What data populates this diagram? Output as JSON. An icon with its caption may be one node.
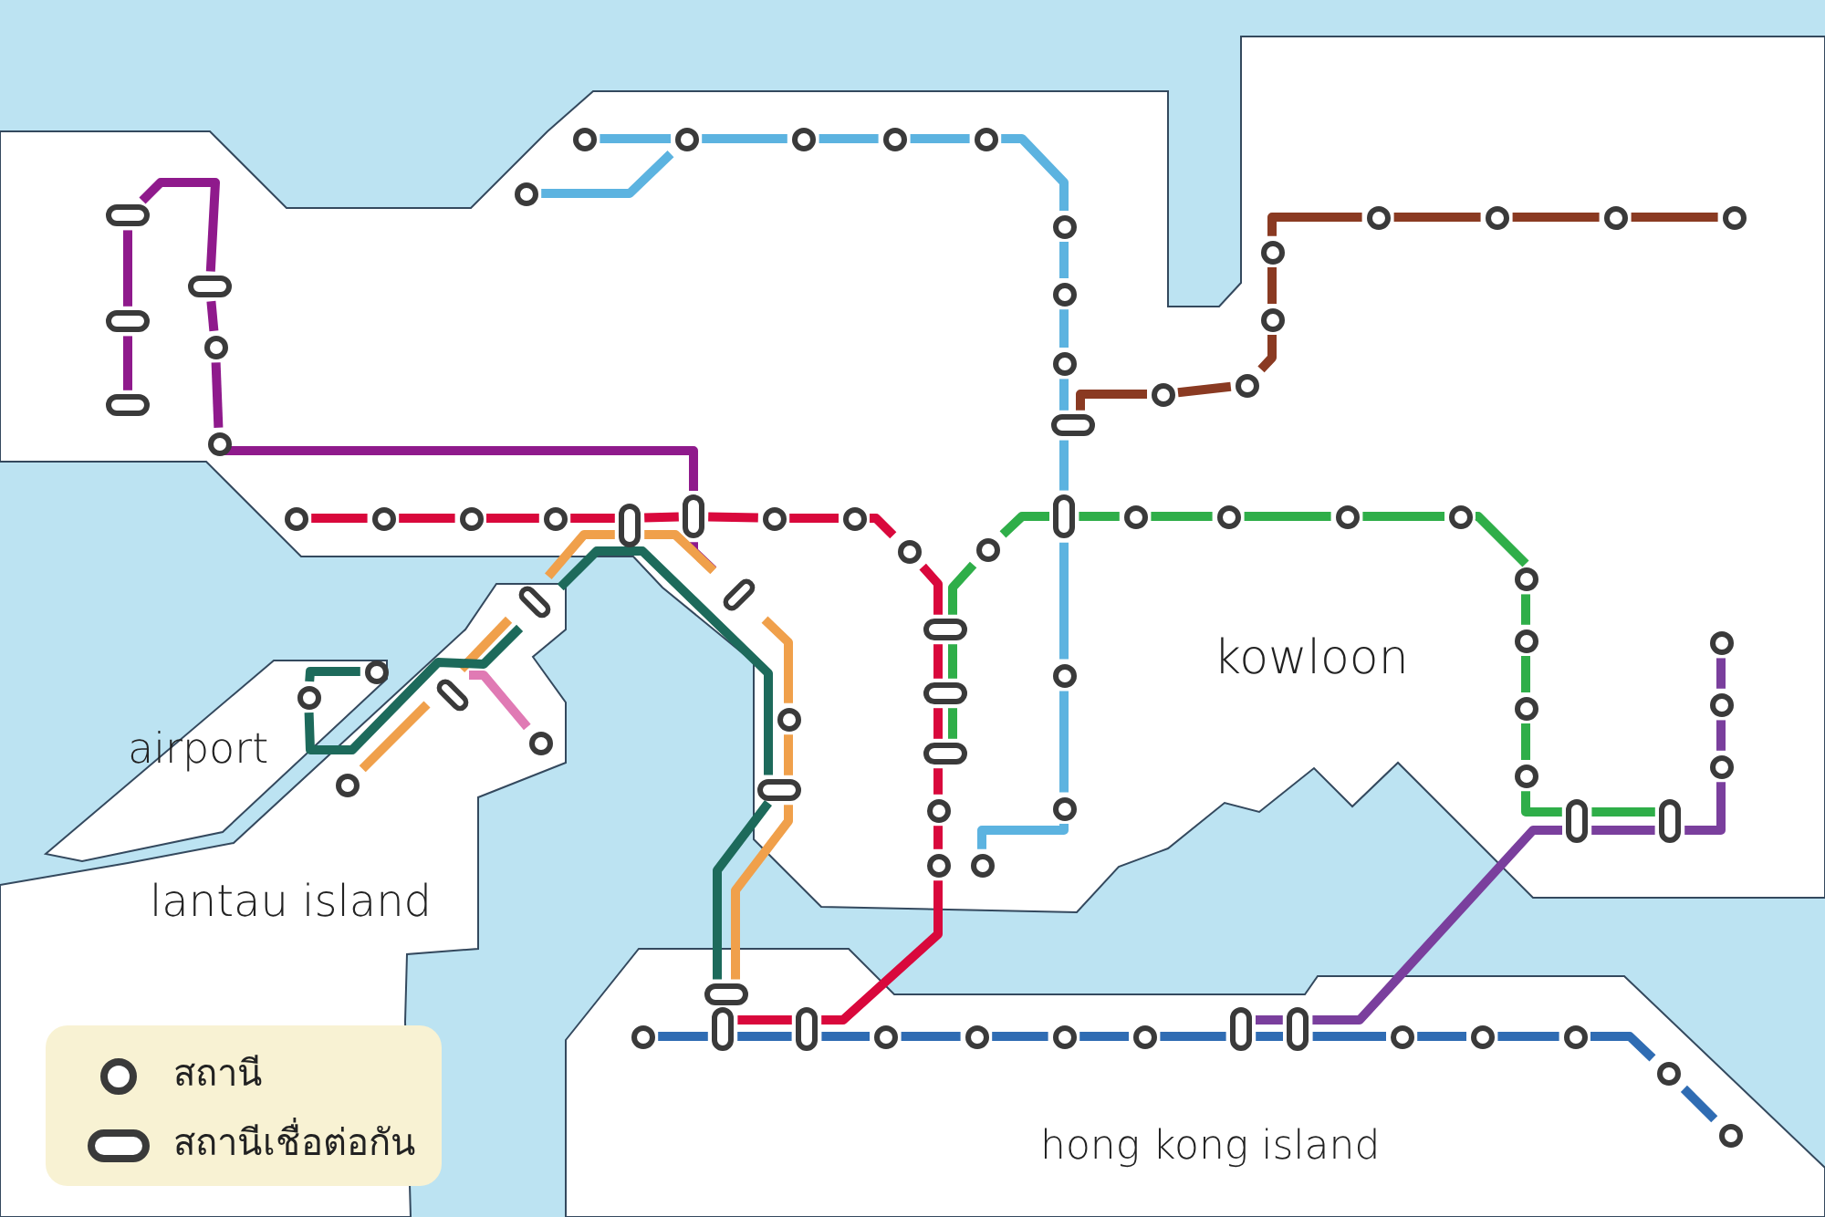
{
  "diagram": {
    "nodes": [
      {
        "text": [],
        "shape": "pill"
      },
      {
        "text": [],
        "shape": "pill"
      },
      {
        "text": [],
        "shape": "pill"
      },
      {
        "text": [],
        "shape": "pill"
      },
      {
        "text": [],
        "shape": "circle"
      },
      {
        "text": [],
        "shape": "circle"
      },
      {
        "text": [],
        "shape": "pill"
      },
      {
        "text": [],
        "shape": "pill"
      },
      {
        "text": [],
        "shape": "circle"
      },
      {
        "text": [],
        "shape": "circle"
      },
      {
        "text": [],
        "shape": "circle"
      },
      {
        "text": [],
        "shape": "circle"
      },
      {
        "text": [],
        "shape": "pill"
      },
      {
        "text": [],
        "shape": "circle"
      },
      {
        "text": [],
        "shape": "circle"
      },
      {
        "text": [],
        "shape": "circle"
      },
      {
        "text": [],
        "shape": "pill"
      },
      {
        "text": [],
        "shape": "pill"
      },
      {
        "text": [],
        "shape": "pill"
      },
      {
        "text": [],
        "shape": "circle"
      },
      {
        "text": [],
        "shape": "circle"
      },
      {
        "text": [],
        "shape": "pill"
      },
      {
        "text": [],
        "shape": "pill"
      },
      {
        "text": [],
        "shape": "circle"
      },
      {
        "text": [],
        "shape": "pill"
      },
      {
        "text": [],
        "shape": "pill"
      },
      {
        "text": [],
        "shape": "circle"
      },
      {
        "text": [],
        "shape": "pill"
      },
      {
        "text": [],
        "shape": "pill"
      },
      {
        "text": [],
        "shape": "circle"
      },
      {
        "text": [],
        "shape": "circle"
      },
      {
        "text": [],
        "shape": "circle"
      },
      {
        "text": [],
        "shape": "circle"
      },
      {
        "text": [],
        "shape": "circle"
      },
      {
        "text": [],
        "shape": "circle"
      },
      {
        "text": [],
        "shape": "circle"
      },
      {
        "text": [],
        "shape": "circle"
      },
      {
        "text": [],
        "shape": "circle"
      },
      {
        "text": [],
        "shape": "circle"
      },
      {
        "text": [],
        "shape": "circle"
      },
      {
        "text": [],
        "shape": "pill"
      },
      {
        "text": [],
        "shape": "pill"
      },
      {
        "text": [],
        "shape": "circle"
      },
      {
        "text": [],
        "shape": "circle"
      },
      {
        "text": [],
        "shape": "circle"
      },
      {
        "text": [],
        "shape": "circle"
      },
      {
        "text": [],
        "shape": "circle"
      },
      {
        "text": [],
        "shape": "circle"
      },
      {
        "text": [],
        "shape": "circle"
      },
      {
        "text": [],
        "shape": "circle"
      },
      {
        "text": [],
        "shape": "circle"
      },
      {
        "text": [],
        "shape": "circle"
      },
      {
        "text": [],
        "shape": "circle"
      },
      {
        "text": [],
        "shape": "circle"
      },
      {
        "text": [],
        "shape": "circle"
      },
      {
        "text": [],
        "shape": "circle"
      },
      {
        "text": [],
        "shape": "circle"
      },
      {
        "text": [],
        "shape": "circle"
      },
      {
        "text": [],
        "shape": "circle"
      },
      {
        "text": [],
        "shape": "circle"
      },
      {
        "text": [],
        "shape": "circle"
      },
      {
        "text": [],
        "shape": "circle"
      },
      {
        "text": [],
        "shape": "circle"
      },
      {
        "text": [],
        "shape": "pill"
      },
      {
        "text": [],
        "shape": "pill"
      },
      {
        "text": [],
        "shape": "circle"
      },
      {
        "text": [],
        "shape": "circle"
      },
      {
        "text": [],
        "shape": "circle"
      },
      {
        "text": [],
        "shape": "pill"
      },
      {
        "text": [],
        "shape": "pill"
      },
      {
        "text": [],
        "shape": "circle"
      },
      {
        "text": [],
        "shape": "circle"
      },
      {
        "text": [],
        "shape": "circle"
      },
      {
        "text": [],
        "shape": "circle"
      },
      {
        "text": [],
        "shape": "circle"
      },
      {
        "text": [],
        "shape": "circle"
      },
      {
        "text": [],
        "shape": "circle"
      },
      {
        "text": [],
        "shape": "circle"
      },
      {
        "text": [],
        "shape": "circle"
      },
      {
        "text": [],
        "shape": "circle"
      }
    ],
    "edges": [
      {
        "from": 0,
        "to": 1,
        "arrow": "none",
        "color": "#8f1a8c"
      },
      {
        "from": 1,
        "to": 2,
        "arrow": "none",
        "color": "#8f1a8c"
      },
      {
        "from": 2,
        "to": 3,
        "arrow": "none",
        "color": "#8f1a8c"
      },
      {
        "from": 3,
        "to": 4,
        "arrow": "none",
        "color": "#8f1a8c"
      },
      {
        "from": 4,
        "to": 5,
        "arrow": "none",
        "color": "#8f1a8c"
      },
      {
        "from": 5,
        "to": 6,
        "arrow": "none",
        "color": "#8f1a8c"
      },
      {
        "from": 6,
        "to": 7,
        "arrow": "none",
        "color": "#8f1a8c"
      },
      {
        "from": 8,
        "to": 9,
        "arrow": "none",
        "color": "#d9083c"
      },
      {
        "from": 9,
        "to": 10,
        "arrow": "none",
        "color": "#d9083c"
      },
      {
        "from": 10,
        "to": 11,
        "arrow": "none",
        "color": "#d9083c"
      },
      {
        "from": 11,
        "to": 12,
        "arrow": "none",
        "color": "#d9083c"
      },
      {
        "from": 12,
        "to": 6,
        "arrow": "none",
        "color": "#d9083c"
      },
      {
        "from": 6,
        "to": 13,
        "arrow": "none",
        "color": "#d9083c"
      },
      {
        "from": 13,
        "to": 14,
        "arrow": "none",
        "color": "#d9083c"
      },
      {
        "from": 14,
        "to": 15,
        "arrow": "none",
        "color": "#d9083c"
      },
      {
        "from": 15,
        "to": 16,
        "arrow": "none",
        "color": "#d9083c"
      },
      {
        "from": 16,
        "to": 17,
        "arrow": "none",
        "color": "#d9083c"
      },
      {
        "from": 17,
        "to": 18,
        "arrow": "none",
        "color": "#d9083c"
      },
      {
        "from": 18,
        "to": 19,
        "arrow": "none",
        "color": "#d9083c"
      },
      {
        "from": 19,
        "to": 20,
        "arrow": "none",
        "color": "#d9083c"
      },
      {
        "from": 20,
        "to": 21,
        "arrow": "none",
        "color": "#d9083c"
      },
      {
        "from": 21,
        "to": 22,
        "arrow": "none",
        "color": "#d9083c"
      },
      {
        "from": 23,
        "to": 24,
        "arrow": "none",
        "color": "#f0a04b"
      },
      {
        "from": 24,
        "to": 25,
        "arrow": "none",
        "color": "#f0a04b"
      },
      {
        "from": 25,
        "to": 12,
        "arrow": "none",
        "color": "#f0a04b"
      },
      {
        "from": 12,
        "to": 7,
        "arrow": "none",
        "color": "#f0a04b"
      },
      {
        "from": 7,
        "to": 26,
        "arrow": "none",
        "color": "#f0a04b"
      },
      {
        "from": 26,
        "to": 27,
        "arrow": "none",
        "color": "#f0a04b"
      },
      {
        "from": 27,
        "to": 28,
        "arrow": "none",
        "color": "#f0a04b"
      },
      {
        "from": 29,
        "to": 30,
        "arrow": "none",
        "color": "#1d6a5b"
      },
      {
        "from": 30,
        "to": 25,
        "arrow": "none",
        "color": "#1d6a5b"
      },
      {
        "from": 25,
        "to": 27,
        "arrow": "none",
        "color": "#1d6a5b"
      },
      {
        "from": 27,
        "to": 28,
        "arrow": "none",
        "color": "#1d6a5b"
      },
      {
        "from": 24,
        "to": 31,
        "arrow": "none",
        "color": "#e07ab4"
      },
      {
        "from": 32,
        "to": 33,
        "arrow": "none",
        "color": "#5cb3e0"
      },
      {
        "from": 45,
        "to": 33,
        "arrow": "none",
        "color": "#5cb3e0"
      },
      {
        "from": 33,
        "to": 34,
        "arrow": "none",
        "color": "#5cb3e0"
      },
      {
        "from": 34,
        "to": 35,
        "arrow": "none",
        "color": "#5cb3e0"
      },
      {
        "from": 35,
        "to": 36,
        "arrow": "none",
        "color": "#5cb3e0"
      },
      {
        "from": 36,
        "to": 37,
        "arrow": "none",
        "color": "#5cb3e0"
      },
      {
        "from": 37,
        "to": 38,
        "arrow": "none",
        "color": "#5cb3e0"
      },
      {
        "from": 38,
        "to": 39,
        "arrow": "none",
        "color": "#5cb3e0"
      },
      {
        "from": 39,
        "to": 40,
        "arrow": "none",
        "color": "#5cb3e0"
      },
      {
        "from": 40,
        "to": 41,
        "arrow": "none",
        "color": "#5cb3e0"
      },
      {
        "from": 41,
        "to": 42,
        "arrow": "none",
        "color": "#5cb3e0"
      },
      {
        "from": 42,
        "to": 43,
        "arrow": "none",
        "color": "#5cb3e0"
      },
      {
        "from": 43,
        "to": 44,
        "arrow": "none",
        "color": "#5cb3e0"
      },
      {
        "from": 40,
        "to": 46,
        "arrow": "none",
        "color": "#8a3a22"
      },
      {
        "from": 46,
        "to": 47,
        "arrow": "none",
        "color": "#8a3a22"
      },
      {
        "from": 47,
        "to": 48,
        "arrow": "none",
        "color": "#8a3a22"
      },
      {
        "from": 48,
        "to": 49,
        "arrow": "none",
        "color": "#8a3a22"
      },
      {
        "from": 49,
        "to": 50,
        "arrow": "none",
        "color": "#8a3a22"
      },
      {
        "from": 50,
        "to": 51,
        "arrow": "none",
        "color": "#8a3a22"
      },
      {
        "from": 51,
        "to": 52,
        "arrow": "none",
        "color": "#8a3a22"
      },
      {
        "from": 52,
        "to": 53,
        "arrow": "none",
        "color": "#8a3a22"
      },
      {
        "from": 18,
        "to": 17,
        "arrow": "none",
        "color": "#2fae49"
      },
      {
        "from": 17,
        "to": 16,
        "arrow": "none",
        "color": "#2fae49"
      },
      {
        "from": 16,
        "to": 54,
        "arrow": "none",
        "color": "#2fae49"
      },
      {
        "from": 54,
        "to": 41,
        "arrow": "none",
        "color": "#2fae49"
      },
      {
        "from": 41,
        "to": 55,
        "arrow": "none",
        "color": "#2fae49"
      },
      {
        "from": 55,
        "to": 56,
        "arrow": "none",
        "color": "#2fae49"
      },
      {
        "from": 56,
        "to": 57,
        "arrow": "none",
        "color": "#2fae49"
      },
      {
        "from": 57,
        "to": 58,
        "arrow": "none",
        "color": "#2fae49"
      },
      {
        "from": 58,
        "to": 59,
        "arrow": "none",
        "color": "#2fae49"
      },
      {
        "from": 59,
        "to": 60,
        "arrow": "none",
        "color": "#2fae49"
      },
      {
        "from": 60,
        "to": 61,
        "arrow": "none",
        "color": "#2fae49"
      },
      {
        "from": 61,
        "to": 62,
        "arrow": "none",
        "color": "#2fae49"
      },
      {
        "from": 62,
        "to": 63,
        "arrow": "none",
        "color": "#2fae49"
      },
      {
        "from": 63,
        "to": 64,
        "arrow": "none",
        "color": "#2fae49"
      },
      {
        "from": 65,
        "to": 66,
        "arrow": "none",
        "color": "#7a3f9d"
      },
      {
        "from": 66,
        "to": 67,
        "arrow": "none",
        "color": "#7a3f9d"
      },
      {
        "from": 67,
        "to": 64,
        "arrow": "none",
        "color": "#7a3f9d"
      },
      {
        "from": 64,
        "to": 63,
        "arrow": "none",
        "color": "#7a3f9d"
      },
      {
        "from": 63,
        "to": 68,
        "arrow": "none",
        "color": "#7a3f9d"
      },
      {
        "from": 68,
        "to": 69,
        "arrow": "none",
        "color": "#7a3f9d"
      },
      {
        "from": 70,
        "to": 22,
        "arrow": "none",
        "color": "#2f6cb3"
      },
      {
        "from": 22,
        "to": 21,
        "arrow": "none",
        "color": "#2f6cb3"
      },
      {
        "from": 21,
        "to": 71,
        "arrow": "none",
        "color": "#2f6cb3"
      },
      {
        "from": 71,
        "to": 72,
        "arrow": "none",
        "color": "#2f6cb3"
      },
      {
        "from": 72,
        "to": 73,
        "arrow": "none",
        "color": "#2f6cb3"
      },
      {
        "from": 73,
        "to": 74,
        "arrow": "none",
        "color": "#2f6cb3"
      },
      {
        "from": 74,
        "to": 69,
        "arrow": "none",
        "color": "#2f6cb3"
      },
      {
        "from": 69,
        "to": 68,
        "arrow": "none",
        "color": "#2f6cb3"
      },
      {
        "from": 68,
        "to": 75,
        "arrow": "none",
        "color": "#2f6cb3"
      },
      {
        "from": 75,
        "to": 76,
        "arrow": "none",
        "color": "#2f6cb3"
      },
      {
        "from": 76,
        "to": 77,
        "arrow": "none",
        "color": "#2f6cb3"
      },
      {
        "from": 77,
        "to": 78,
        "arrow": "none",
        "color": "#2f6cb3"
      },
      {
        "from": 78,
        "to": 79,
        "arrow": "none",
        "color": "#2f6cb3"
      }
    ],
    "labels": [
      "airport",
      "lantau island",
      "kowloon",
      "hong kong island"
    ],
    "legend": [
      {
        "text": "สถานี"
      },
      {
        "text": "สถานีเชื่อต่อกัน"
      }
    ]
  }
}
